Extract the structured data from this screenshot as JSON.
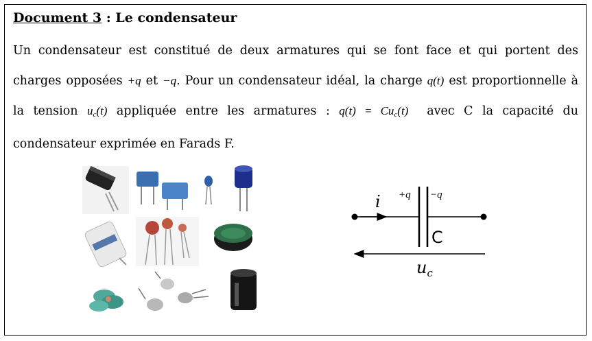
{
  "title": {
    "doc": "Document 3",
    "sep": " : ",
    "name": "Le condensateur"
  },
  "para": {
    "t1": "Un condensateur est constitué de deux armatures qui se font face et qui portent des charges opposées ",
    "q_plus": "+q",
    "t2": " et ",
    "q_minus": "−q",
    "t3": ". Pour un condensateur idéal, la charge ",
    "q_t": "q(t)",
    "t4": " est proportionnelle à la tension ",
    "u_c_base": "u",
    "u_c_sub": "c",
    "u_c_arg": "(t)",
    "t5": " appliquée entre les armatures : ",
    "eq_lhs": "q(t) = Cu",
    "eq_sub": "c",
    "eq_rhs": "(t)",
    "t6": "  avec C la capacité du condensateur exprimée en Farads F."
  },
  "diagram": {
    "current": "i",
    "plus_q": "+q",
    "minus_q": "−q",
    "cap": "C",
    "voltage": "u",
    "voltage_sub": "c"
  },
  "colors": {
    "line": "#000000",
    "photo_bg": "#ffffff"
  }
}
